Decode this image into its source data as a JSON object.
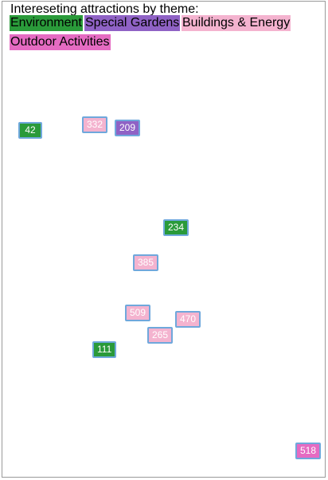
{
  "header": {
    "title": "Intereseting attractions by theme:"
  },
  "legend": [
    {
      "label": "Environment",
      "color": "#2a9a3a"
    },
    {
      "label": "Special Gardens",
      "color": "#8f62c5"
    },
    {
      "label": "Buildings & Energy",
      "color": "#f4b3cf"
    },
    {
      "label": "Outdoor Activities",
      "color": "#e56bc2"
    }
  ],
  "markers": [
    {
      "label": "42",
      "theme": 0
    },
    {
      "label": "332",
      "theme": 2
    },
    {
      "label": "209",
      "theme": 1
    },
    {
      "label": "234",
      "theme": 0
    },
    {
      "label": "385",
      "theme": 2
    },
    {
      "label": "509",
      "theme": 2
    },
    {
      "label": "470",
      "theme": 2
    },
    {
      "label": "265",
      "theme": 2
    },
    {
      "label": "111",
      "theme": 0
    },
    {
      "label": "518",
      "theme": 3
    }
  ]
}
